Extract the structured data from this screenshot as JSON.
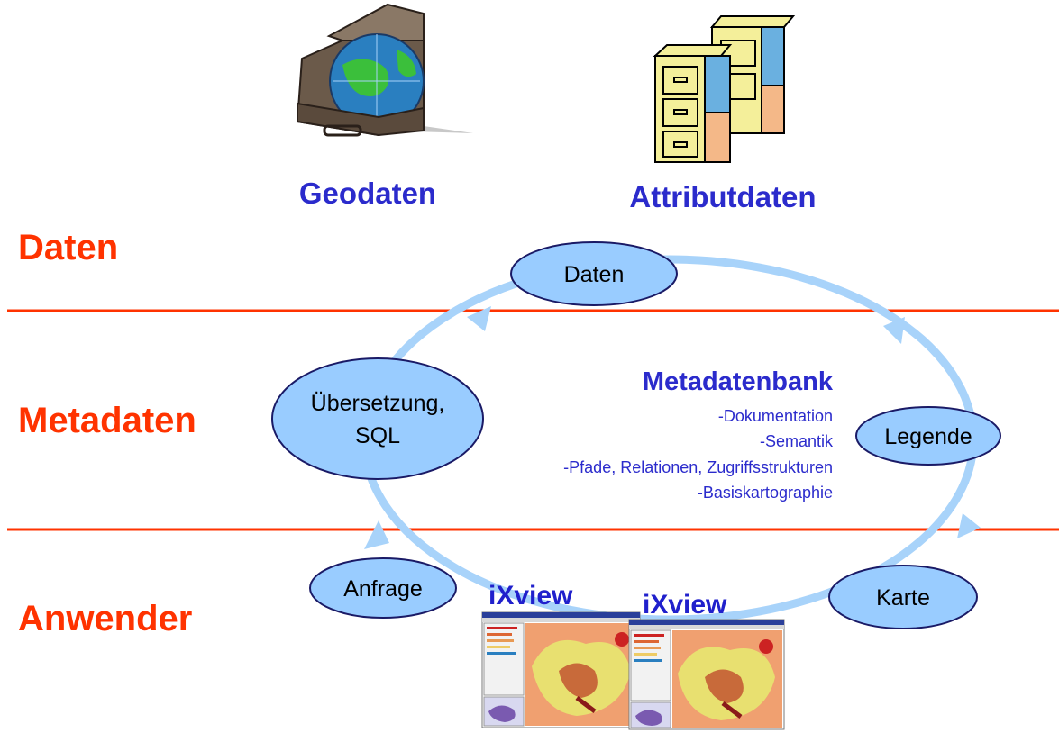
{
  "lanes": {
    "data": "Daten",
    "metadata": "Metadaten",
    "users": "Anwender"
  },
  "sources": {
    "geo": "Geodaten",
    "attr": "Attributdaten"
  },
  "nodes": {
    "data": "Daten",
    "legend": "Legende",
    "map": "Karte",
    "query": "Anfrage",
    "translation_line1": "Übersetzung,",
    "translation_line2": "SQL"
  },
  "metadatabase": {
    "title": "Metadatenbank",
    "items": [
      "-Dokumentation",
      "-Semantik",
      "-Pfade, Relationen, Zugriffsstrukturen",
      "-Basiskartographie"
    ]
  },
  "viewers": {
    "left": "iXview",
    "right": "iXview"
  },
  "colors": {
    "lane_text": "#ff3300",
    "divider": "#ff3300",
    "heading_text": "#2b2bcc",
    "node_fill": "#99ccff",
    "cycle_stroke": "#a8d3fa",
    "node_stroke": "#1a1a66"
  },
  "icons": [
    "globe-briefcase-icon",
    "filing-cabinet-icon",
    "map-screenshot-icon"
  ]
}
